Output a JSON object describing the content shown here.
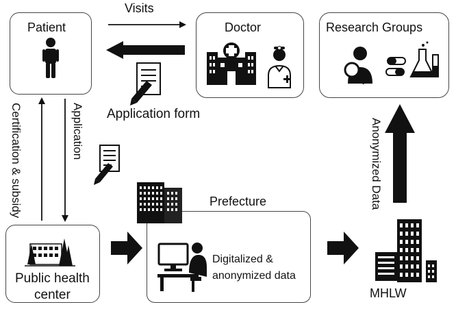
{
  "nodes": {
    "patient": "Patient",
    "doctor": "Doctor",
    "research_groups": "Research Groups",
    "public_health_center_line1": "Public health",
    "public_health_center_line2": "center",
    "prefecture": "Prefecture",
    "prefecture_content_line1": "Digitalized &",
    "prefecture_content_line2": "anonymized data",
    "mhlw": "MHLW"
  },
  "edges": {
    "visits": "Visits",
    "application_form": "Application form",
    "application": "Application",
    "certification_subsidy": "Certification & subsidy",
    "anonymized_data": "Anonymized Data"
  },
  "icons": [
    "person-icon",
    "hospital-icon",
    "doctor-icon",
    "form-icon",
    "pen-icon",
    "researcher-icon",
    "pills-icon",
    "flask-icon",
    "trees-building-icon",
    "office-building-icon",
    "computer-worker-icon",
    "skyscraper-icon"
  ]
}
